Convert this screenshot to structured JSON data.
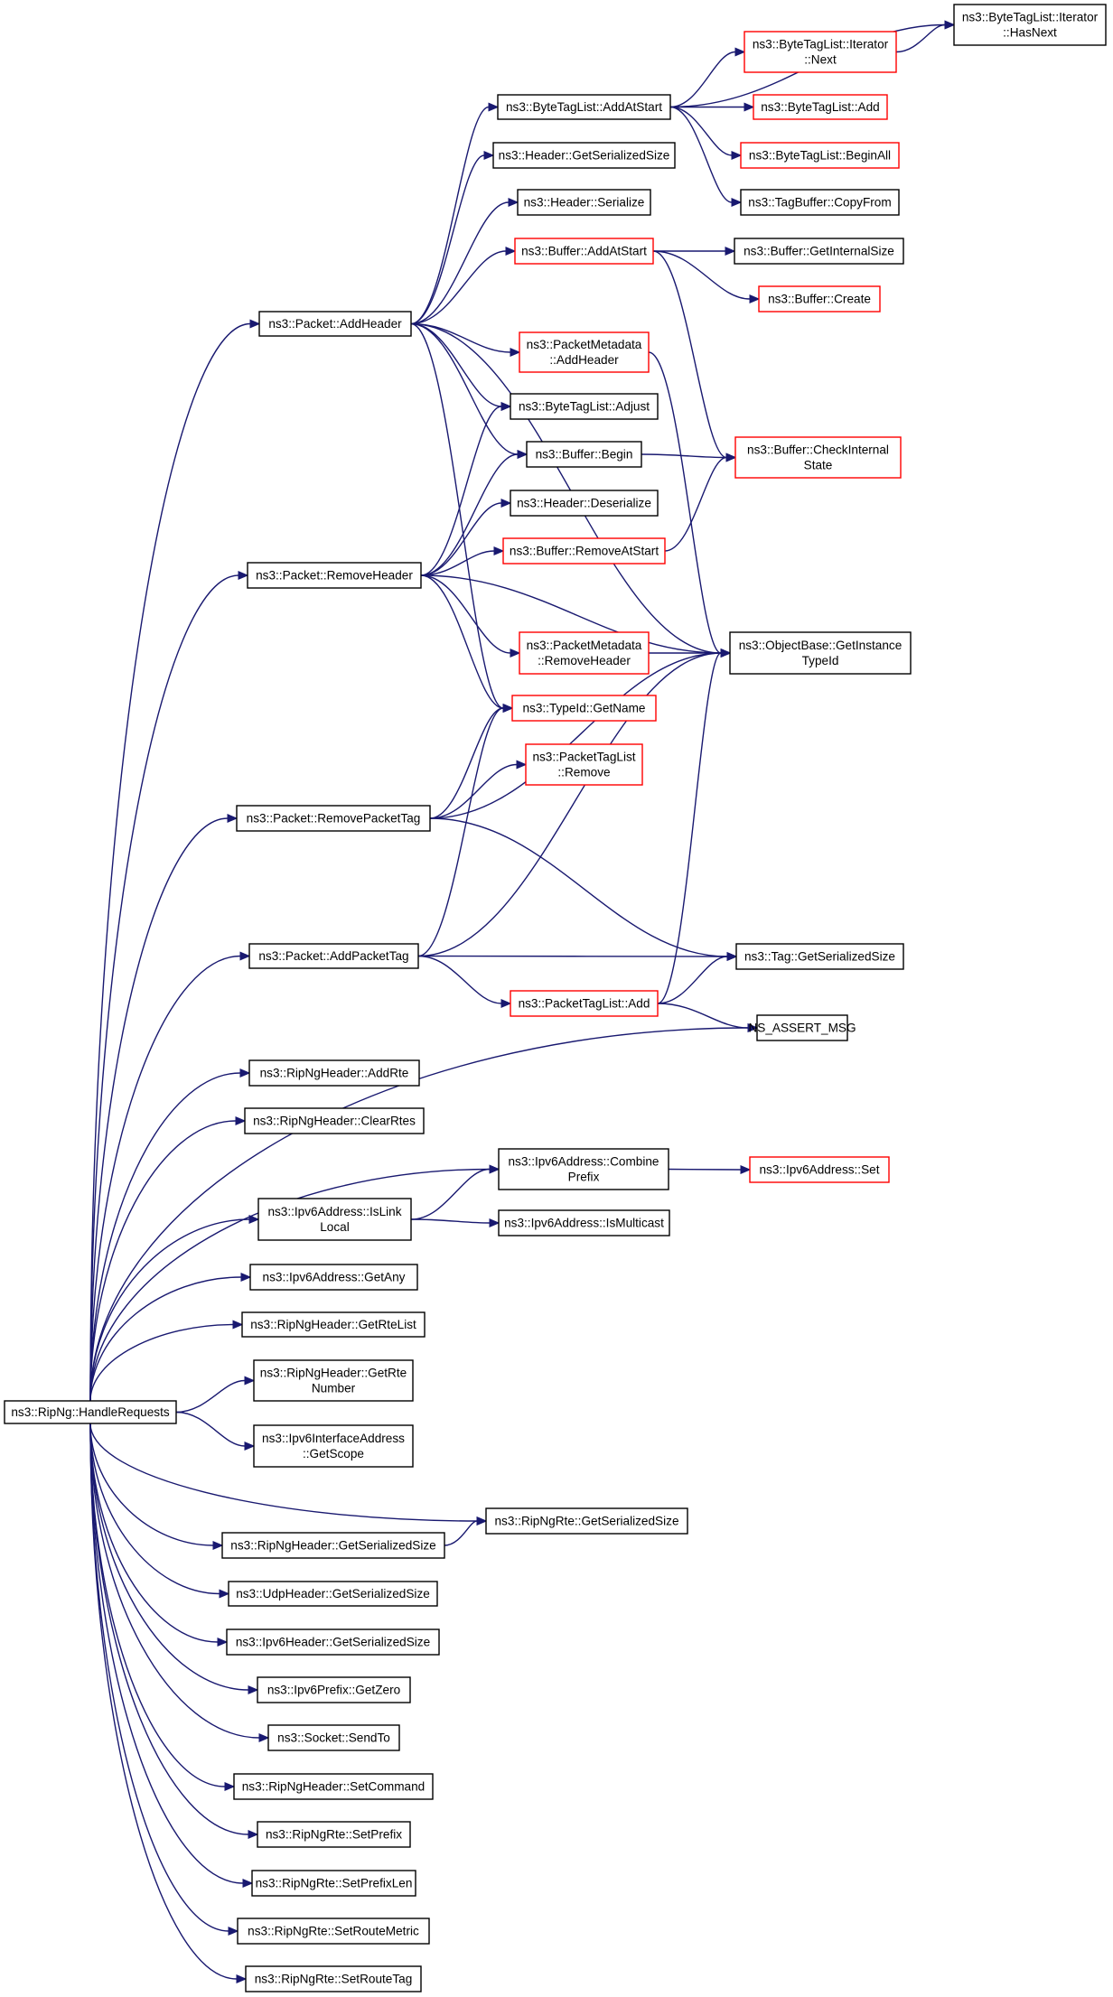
{
  "colors": {
    "edge": "#191970",
    "border_default": "#000000",
    "border_truncated": "#ff0000",
    "root_fill": "#bfbfbf",
    "node_fill": "#ffffff",
    "text": "#000000"
  },
  "nodes": [
    {
      "id": "root",
      "lines": [
        "ns3::RipNg::HandleRequests"
      ],
      "style": "root"
    },
    {
      "id": "addHeader",
      "lines": [
        "ns3::Packet::AddHeader"
      ],
      "style": "default"
    },
    {
      "id": "removeHeader",
      "lines": [
        "ns3::Packet::RemoveHeader"
      ],
      "style": "default"
    },
    {
      "id": "removePacketTag",
      "lines": [
        "ns3::Packet::RemovePacketTag"
      ],
      "style": "default"
    },
    {
      "id": "addPacketTag",
      "lines": [
        "ns3::Packet::AddPacketTag"
      ],
      "style": "default"
    },
    {
      "id": "nsAssert",
      "lines": [
        "NS_ASSERT_MSG"
      ],
      "style": "default"
    },
    {
      "id": "ripHdrAddRte",
      "lines": [
        "ns3::RipNgHeader::AddRte"
      ],
      "style": "default"
    },
    {
      "id": "ripHdrClearRtes",
      "lines": [
        "ns3::RipNgHeader::ClearRtes"
      ],
      "style": "default"
    },
    {
      "id": "combinePrefix",
      "lines": [
        "ns3::Ipv6Address::Combine",
        "Prefix"
      ],
      "style": "default"
    },
    {
      "id": "isLinkLocal",
      "lines": [
        "ns3::Ipv6Address::IsLink",
        "Local"
      ],
      "style": "default"
    },
    {
      "id": "getAny",
      "lines": [
        "ns3::Ipv6Address::GetAny"
      ],
      "style": "default"
    },
    {
      "id": "getRteList",
      "lines": [
        "ns3::RipNgHeader::GetRteList"
      ],
      "style": "default"
    },
    {
      "id": "getRteNumber",
      "lines": [
        "ns3::RipNgHeader::GetRte",
        "Number"
      ],
      "style": "default"
    },
    {
      "id": "ifGetScope",
      "lines": [
        "ns3::Ipv6InterfaceAddress",
        "::GetScope"
      ],
      "style": "default"
    },
    {
      "id": "rteGetSerSize",
      "lines": [
        "ns3::RipNgRte::GetSerializedSize"
      ],
      "style": "default"
    },
    {
      "id": "ripHdrGetSerSize",
      "lines": [
        "ns3::RipNgHeader::GetSerializedSize"
      ],
      "style": "default"
    },
    {
      "id": "udpGetSerSize",
      "lines": [
        "ns3::UdpHeader::GetSerializedSize"
      ],
      "style": "default"
    },
    {
      "id": "ipv6HdrGetSerSize",
      "lines": [
        "ns3::Ipv6Header::GetSerializedSize"
      ],
      "style": "default"
    },
    {
      "id": "prefixGetZero",
      "lines": [
        "ns3::Ipv6Prefix::GetZero"
      ],
      "style": "default"
    },
    {
      "id": "socketSendTo",
      "lines": [
        "ns3::Socket::SendTo"
      ],
      "style": "default"
    },
    {
      "id": "setCommand",
      "lines": [
        "ns3::RipNgHeader::SetCommand"
      ],
      "style": "default"
    },
    {
      "id": "setPrefix",
      "lines": [
        "ns3::RipNgRte::SetPrefix"
      ],
      "style": "default"
    },
    {
      "id": "setPrefixLen",
      "lines": [
        "ns3::RipNgRte::SetPrefixLen"
      ],
      "style": "default"
    },
    {
      "id": "setRouteMetric",
      "lines": [
        "ns3::RipNgRte::SetRouteMetric"
      ],
      "style": "default"
    },
    {
      "id": "setRouteTag",
      "lines": [
        "ns3::RipNgRte::SetRouteTag"
      ],
      "style": "default"
    },
    {
      "id": "btlAddAtStart",
      "lines": [
        "ns3::ByteTagList::AddAtStart"
      ],
      "style": "default"
    },
    {
      "id": "hdrGetSerSize",
      "lines": [
        "ns3::Header::GetSerializedSize"
      ],
      "style": "default"
    },
    {
      "id": "hdrSerialize",
      "lines": [
        "ns3::Header::Serialize"
      ],
      "style": "default"
    },
    {
      "id": "bufAddAtStart",
      "lines": [
        "ns3::Buffer::AddAtStart"
      ],
      "style": "truncated"
    },
    {
      "id": "pmAddHeader",
      "lines": [
        "ns3::PacketMetadata",
        "::AddHeader"
      ],
      "style": "truncated"
    },
    {
      "id": "btlAdjust",
      "lines": [
        "ns3::ByteTagList::Adjust"
      ],
      "style": "default"
    },
    {
      "id": "bufBegin",
      "lines": [
        "ns3::Buffer::Begin"
      ],
      "style": "default"
    },
    {
      "id": "hdrDeserialize",
      "lines": [
        "ns3::Header::Deserialize"
      ],
      "style": "default"
    },
    {
      "id": "bufRemoveAtStart",
      "lines": [
        "ns3::Buffer::RemoveAtStart"
      ],
      "style": "truncated"
    },
    {
      "id": "pmRemoveHeader",
      "lines": [
        "ns3::PacketMetadata",
        "::RemoveHeader"
      ],
      "style": "truncated"
    },
    {
      "id": "typeIdGetName",
      "lines": [
        "ns3::TypeId::GetName"
      ],
      "style": "truncated"
    },
    {
      "id": "ptlRemove",
      "lines": [
        "ns3::PacketTagList",
        "::Remove"
      ],
      "style": "truncated"
    },
    {
      "id": "ptlAdd",
      "lines": [
        "ns3::PacketTagList::Add"
      ],
      "style": "truncated"
    },
    {
      "id": "ipv6IsMulticast",
      "lines": [
        "ns3::Ipv6Address::IsMulticast"
      ],
      "style": "default"
    },
    {
      "id": "ipv6Set",
      "lines": [
        "ns3::Ipv6Address::Set"
      ],
      "style": "truncated"
    },
    {
      "id": "btlIterNext",
      "lines": [
        "ns3::ByteTagList::Iterator",
        "::Next"
      ],
      "style": "truncated"
    },
    {
      "id": "btlIterHasNext",
      "lines": [
        "ns3::ByteTagList::Iterator",
        "::HasNext"
      ],
      "style": "default"
    },
    {
      "id": "btlAdd",
      "lines": [
        "ns3::ByteTagList::Add"
      ],
      "style": "truncated"
    },
    {
      "id": "btlBeginAll",
      "lines": [
        "ns3::ByteTagList::BeginAll"
      ],
      "style": "truncated"
    },
    {
      "id": "tbCopyFrom",
      "lines": [
        "ns3::TagBuffer::CopyFrom"
      ],
      "style": "default"
    },
    {
      "id": "bufGetInternalSize",
      "lines": [
        "ns3::Buffer::GetInternalSize"
      ],
      "style": "default"
    },
    {
      "id": "bufCreate",
      "lines": [
        "ns3::Buffer::Create"
      ],
      "style": "truncated"
    },
    {
      "id": "bufCheckInternalState",
      "lines": [
        "ns3::Buffer::CheckInternal",
        "State"
      ],
      "style": "truncated"
    },
    {
      "id": "objGetInstanceTypeId",
      "lines": [
        "ns3::ObjectBase::GetInstance",
        "TypeId"
      ],
      "style": "default"
    },
    {
      "id": "tagGetSerSize",
      "lines": [
        "ns3::Tag::GetSerializedSize"
      ],
      "style": "default"
    }
  ],
  "edges": [
    [
      "root",
      "addHeader"
    ],
    [
      "root",
      "removeHeader"
    ],
    [
      "root",
      "removePacketTag"
    ],
    [
      "root",
      "addPacketTag"
    ],
    [
      "root",
      "nsAssert"
    ],
    [
      "root",
      "ripHdrAddRte"
    ],
    [
      "root",
      "ripHdrClearRtes"
    ],
    [
      "root",
      "combinePrefix"
    ],
    [
      "root",
      "isLinkLocal"
    ],
    [
      "root",
      "getAny"
    ],
    [
      "root",
      "getRteList"
    ],
    [
      "root",
      "getRteNumber"
    ],
    [
      "root",
      "ifGetScope"
    ],
    [
      "root",
      "rteGetSerSize"
    ],
    [
      "root",
      "ripHdrGetSerSize"
    ],
    [
      "root",
      "udpGetSerSize"
    ],
    [
      "root",
      "ipv6HdrGetSerSize"
    ],
    [
      "root",
      "prefixGetZero"
    ],
    [
      "root",
      "socketSendTo"
    ],
    [
      "root",
      "setCommand"
    ],
    [
      "root",
      "setPrefix"
    ],
    [
      "root",
      "setPrefixLen"
    ],
    [
      "root",
      "setRouteMetric"
    ],
    [
      "root",
      "setRouteTag"
    ],
    [
      "addHeader",
      "btlAddAtStart"
    ],
    [
      "addHeader",
      "hdrGetSerSize"
    ],
    [
      "addHeader",
      "hdrSerialize"
    ],
    [
      "addHeader",
      "bufAddAtStart"
    ],
    [
      "addHeader",
      "pmAddHeader"
    ],
    [
      "addHeader",
      "btlAdjust"
    ],
    [
      "addHeader",
      "bufBegin"
    ],
    [
      "addHeader",
      "typeIdGetName"
    ],
    [
      "addHeader",
      "objGetInstanceTypeId"
    ],
    [
      "removeHeader",
      "btlAdjust"
    ],
    [
      "removeHeader",
      "bufBegin"
    ],
    [
      "removeHeader",
      "hdrDeserialize"
    ],
    [
      "removeHeader",
      "bufRemoveAtStart"
    ],
    [
      "removeHeader",
      "pmRemoveHeader"
    ],
    [
      "removeHeader",
      "typeIdGetName"
    ],
    [
      "removeHeader",
      "objGetInstanceTypeId"
    ],
    [
      "removePacketTag",
      "typeIdGetName"
    ],
    [
      "removePacketTag",
      "ptlRemove"
    ],
    [
      "removePacketTag",
      "objGetInstanceTypeId"
    ],
    [
      "removePacketTag",
      "tagGetSerSize"
    ],
    [
      "addPacketTag",
      "typeIdGetName"
    ],
    [
      "addPacketTag",
      "objGetInstanceTypeId"
    ],
    [
      "addPacketTag",
      "tagGetSerSize"
    ],
    [
      "addPacketTag",
      "ptlAdd"
    ],
    [
      "ptlAdd",
      "tagGetSerSize"
    ],
    [
      "ptlAdd",
      "nsAssert"
    ],
    [
      "ptlAdd",
      "objGetInstanceTypeId"
    ],
    [
      "isLinkLocal",
      "combinePrefix"
    ],
    [
      "isLinkLocal",
      "ipv6IsMulticast"
    ],
    [
      "combinePrefix",
      "ipv6Set"
    ],
    [
      "ripHdrGetSerSize",
      "rteGetSerSize"
    ],
    [
      "btlAddAtStart",
      "btlIterHasNext"
    ],
    [
      "btlAddAtStart",
      "btlIterNext"
    ],
    [
      "btlAddAtStart",
      "btlAdd"
    ],
    [
      "btlAddAtStart",
      "btlBeginAll"
    ],
    [
      "btlAddAtStart",
      "tbCopyFrom"
    ],
    [
      "btlIterNext",
      "btlIterHasNext"
    ],
    [
      "bufAddAtStart",
      "bufGetInternalSize"
    ],
    [
      "bufAddAtStart",
      "bufCreate"
    ],
    [
      "bufAddAtStart",
      "bufCheckInternalState"
    ],
    [
      "bufBegin",
      "bufCheckInternalState"
    ],
    [
      "bufRemoveAtStart",
      "bufCheckInternalState"
    ],
    [
      "pmAddHeader",
      "objGetInstanceTypeId"
    ],
    [
      "pmRemoveHeader",
      "objGetInstanceTypeId"
    ]
  ]
}
